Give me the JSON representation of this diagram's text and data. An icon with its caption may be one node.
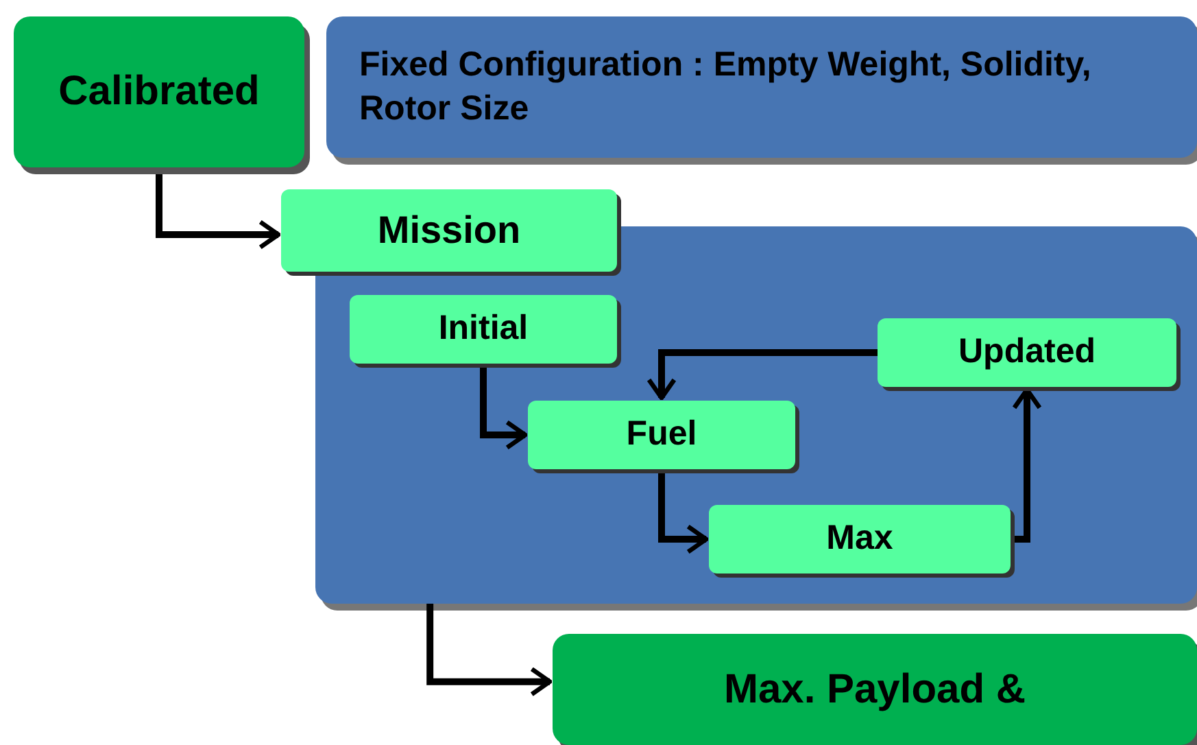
{
  "diagram": {
    "nodes": [
      {
        "text": [
          "Calibrated"
        ]
      },
      {
        "text": [
          "Fixed Configuration : Empty Weight, Solidity, Rotor Size"
        ]
      },
      {
        "text": [
          "Mission"
        ]
      },
      {
        "text": [
          "Initial"
        ],
        "in": 2
      },
      {
        "text": [
          "Fuel"
        ],
        "in": 2
      },
      {
        "text": [
          "Max"
        ],
        "in": 2
      },
      {
        "text": [
          "Updated"
        ],
        "in": 2
      },
      {
        "text": [
          "Max. Payload &"
        ]
      }
    ],
    "edges": [
      {
        "from": 0,
        "to": 2,
        "arrow": "to"
      },
      {
        "from": 3,
        "to": 4,
        "arrow": "to"
      },
      {
        "from": 4,
        "to": 5,
        "arrow": "to"
      },
      {
        "from": 5,
        "to": 6,
        "arrow": "to"
      },
      {
        "from": 6,
        "to": 4,
        "arrow": "to"
      },
      {
        "from": 2,
        "to": 7,
        "arrow": "to"
      }
    ]
  }
}
